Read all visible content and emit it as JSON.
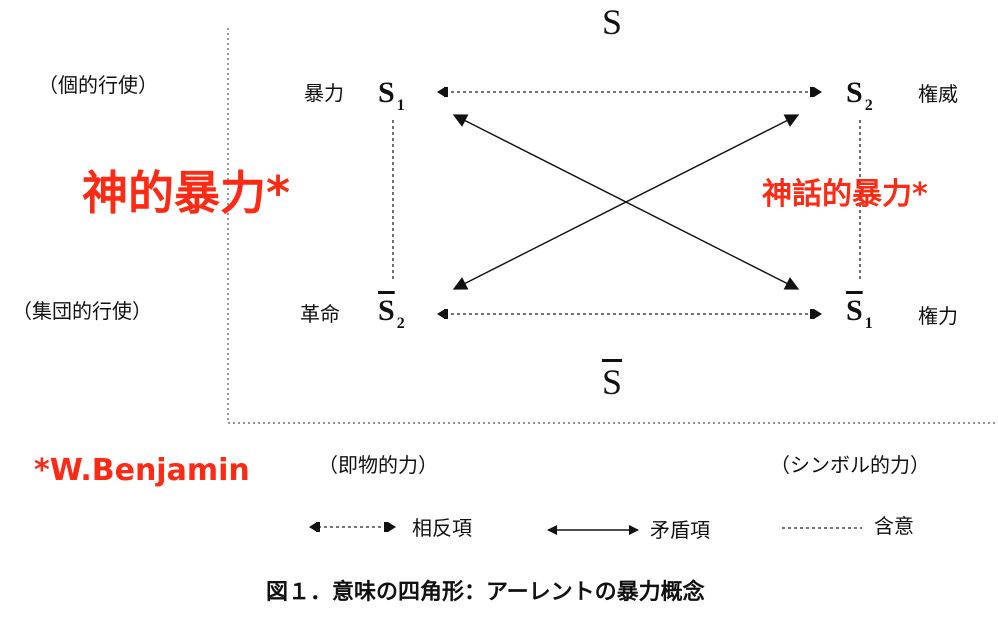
{
  "top_label": "S",
  "bottom_label": "S",
  "left_top": "（個的行使）",
  "left_bottom": "（集団的行使）",
  "left_red": "神的暴力*",
  "right_red": "神話的暴力*",
  "benjamin": "*W.Benjamin",
  "bottom_left_axis": "（即物的力）",
  "bottom_right_axis": "（シンボル的力）",
  "nodes": {
    "s1": {
      "word": "暴力",
      "symbol": "S",
      "index": "1"
    },
    "s2": {
      "word": "権威",
      "symbol": "S",
      "index": "2"
    },
    "s2bar": {
      "word": "革命",
      "symbol": "S",
      "index": "2"
    },
    "s1bar": {
      "word": "権力",
      "symbol": "S",
      "index": "1"
    }
  },
  "legend": {
    "contrary": "相反項",
    "contradiction": "矛盾項",
    "implication": "含意"
  },
  "caption": "図１．意味の四角形：アーレントの暴力概念",
  "colors": {
    "accent_red": "#ff2a14",
    "ink": "#111111"
  }
}
